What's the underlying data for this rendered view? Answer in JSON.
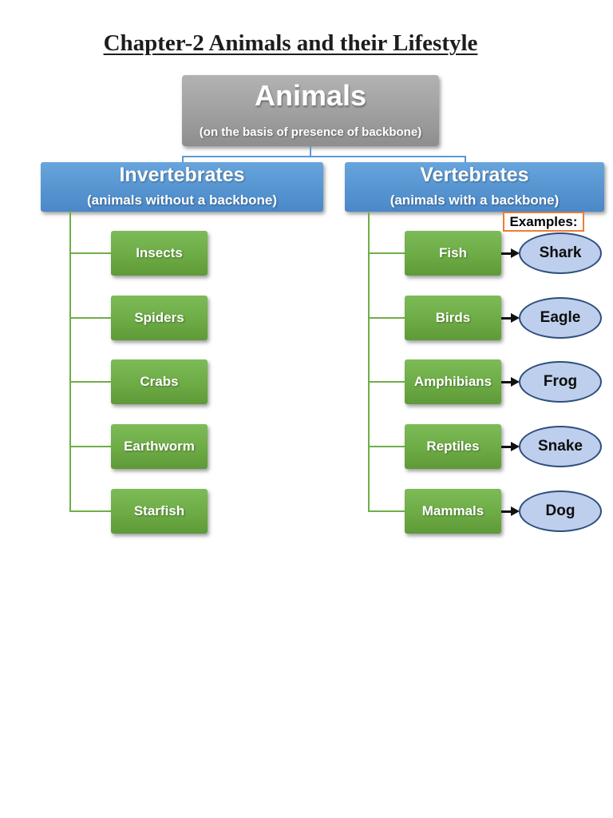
{
  "page_title": "Chapter-2 Animals and their Lifestyle",
  "root": {
    "title": "Animals",
    "subtitle": "(on the basis of presence of backbone)"
  },
  "invertebrates": {
    "title": "Invertebrates",
    "subtitle": "(animals without a backbone)",
    "items": [
      "Insects",
      "Spiders",
      "Crabs",
      "Earthworm",
      "Starfish"
    ]
  },
  "vertebrates": {
    "title": "Vertebrates",
    "subtitle": "(animals with a backbone)",
    "examples_label": "Examples:",
    "items": [
      {
        "group": "Fish",
        "example": "Shark"
      },
      {
        "group": "Birds",
        "example": "Eagle"
      },
      {
        "group": "Amphibians",
        "example": "Frog"
      },
      {
        "group": "Reptiles",
        "example": "Snake"
      },
      {
        "group": "Mammals",
        "example": "Dog"
      }
    ]
  },
  "colors": {
    "root_box_gray": "#9a9a9a",
    "branch_box_blue": "#5b9bd5",
    "item_box_green": "#70ad47",
    "ellipse_fill": "#bdcfec",
    "ellipse_border": "#2e4e7e",
    "examples_border_orange": "#ed7d31",
    "connector_blue": "#5b9bd5",
    "connector_green": "#6fae48",
    "arrow_black": "#111111",
    "title_text": "#1d1d1d"
  }
}
